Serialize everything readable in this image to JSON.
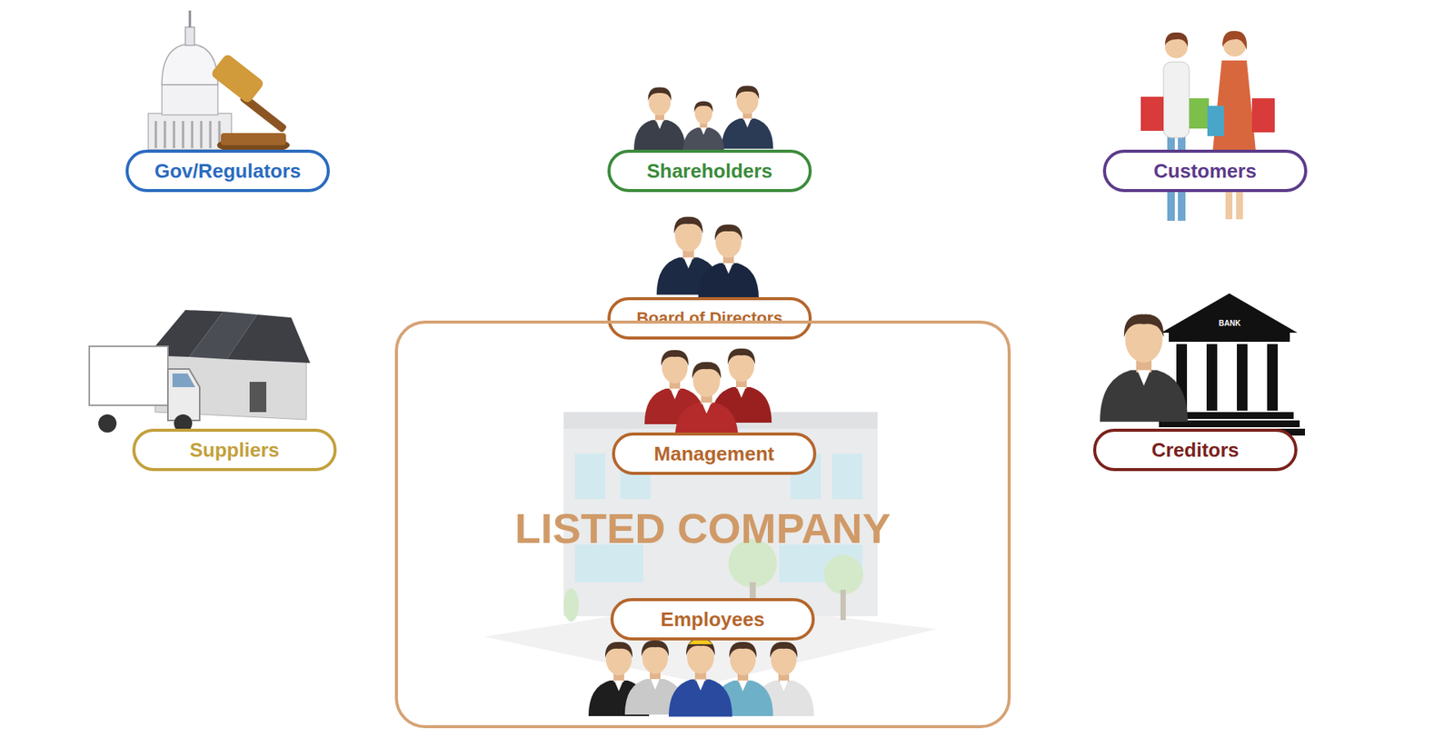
{
  "diagram": {
    "nodes": [
      {
        "text": [
          "Gov/Regulators"
        ]
      },
      {
        "text": [
          "Shareholders"
        ]
      },
      {
        "text": [
          "Customers"
        ]
      },
      {
        "text": [
          "Board of Directors"
        ]
      },
      {
        "text": [
          "Suppliers"
        ]
      },
      {
        "text": [
          "LISTED COMPANY"
        ]
      },
      {
        "text": [
          "Management"
        ],
        "in": 5
      },
      {
        "text": [
          "Employees"
        ],
        "in": 5
      },
      {
        "text": [
          "Creditors"
        ]
      }
    ],
    "labels": [
      "BANK"
    ]
  }
}
